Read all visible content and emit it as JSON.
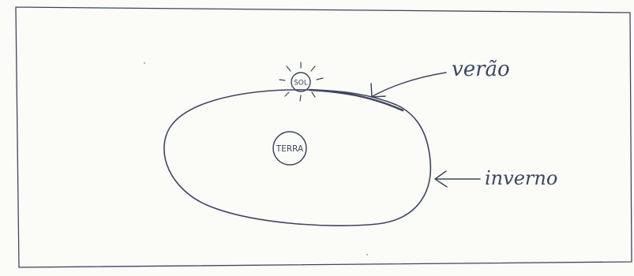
{
  "diagram": {
    "sun_label": "SOL",
    "earth_label": "TERRA",
    "summer_label": "verão",
    "winter_label": "inverno"
  },
  "colors": {
    "paper": "#fbfbf8",
    "ink": "#3d4660"
  }
}
